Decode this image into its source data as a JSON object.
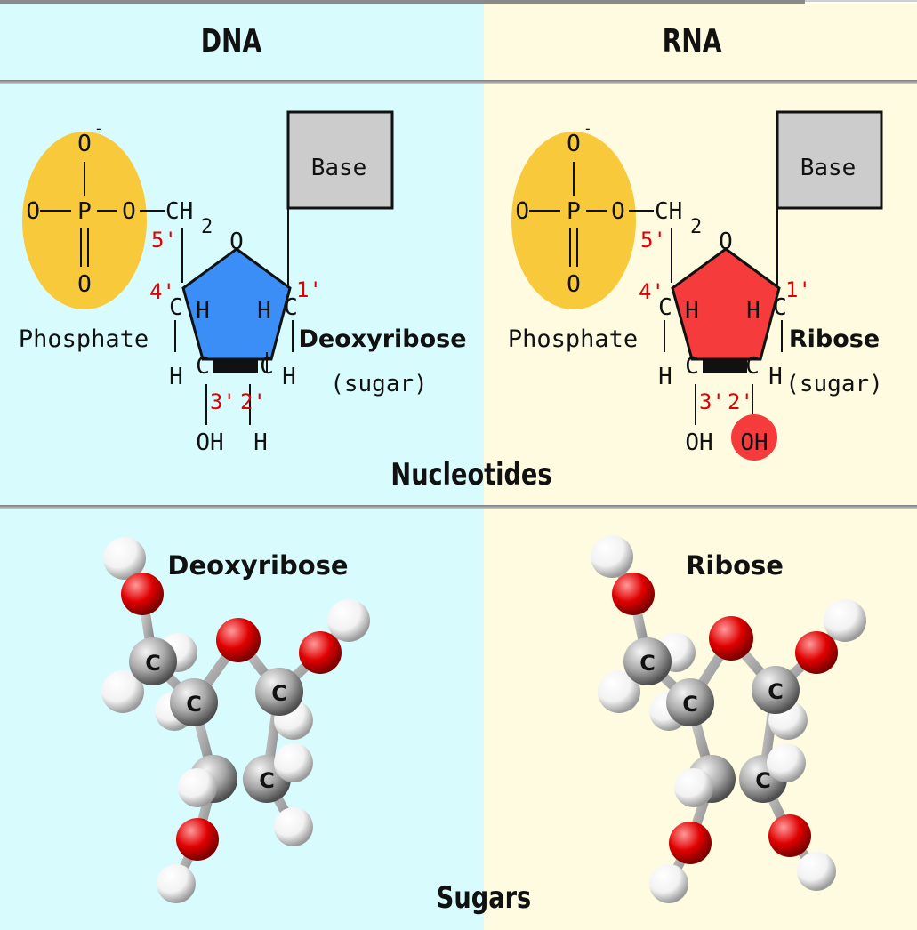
{
  "columns": {
    "left": "DNA",
    "right": "RNA"
  },
  "nucleotides": {
    "section_title": "Nucleotides",
    "dna": {
      "phosphate_label": "Phosphate",
      "base_label": "Base",
      "sugar_name": "Deoxyribose",
      "sugar_note": "(sugar)",
      "atoms": {
        "o": "O",
        "o_minus": "O",
        "p": "P",
        "ch2": "CH",
        "sub2": "2",
        "c": "C",
        "h": "H",
        "oh": "OH",
        "minus": "-"
      },
      "positions": [
        "5'",
        "4'",
        "3'",
        "2'",
        "1'"
      ],
      "ring_color": "#3a8ef6"
    },
    "rna": {
      "phosphate_label": "Phosphate",
      "base_label": "Base",
      "sugar_name": "Ribose",
      "sugar_note": "(sugar)",
      "atoms": {
        "o": "O",
        "o_minus": "O",
        "p": "P",
        "ch2": "CH",
        "sub2": "2",
        "c": "C",
        "h": "H",
        "oh": "OH",
        "minus": "-"
      },
      "positions": [
        "5'",
        "4'",
        "3'",
        "2'",
        "1'"
      ],
      "ring_color": "#f53b3b"
    }
  },
  "sugars": {
    "section_title": "Sugars",
    "left_label": "Deoxyribose",
    "right_label": "Ribose",
    "carbon_label": "C"
  },
  "colors": {
    "dna_bg": "#d8fcfe",
    "rna_bg": "#fefbe0",
    "phosphate": "#f9c93c",
    "base_box": "#cccccc",
    "oxygen_atom": "#e00000",
    "carbon_atom": "#a9a9a9",
    "hydrogen_atom": "#f2f2f2",
    "position_number": "#e00000"
  }
}
